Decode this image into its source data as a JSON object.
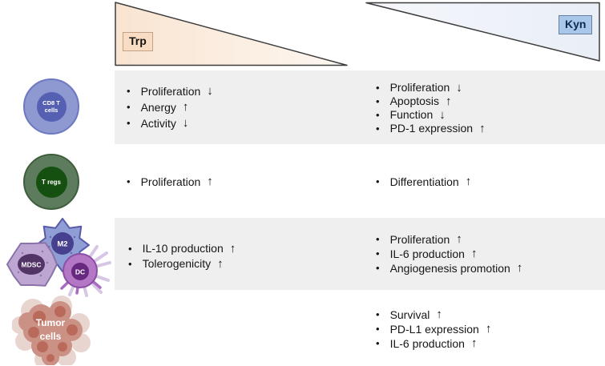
{
  "header": {
    "trp": {
      "label": "Trp"
    },
    "kyn": {
      "label": "Kyn"
    }
  },
  "colors": {
    "row_band": "#efefef",
    "trp_triangle_fill": "#f9e5d3",
    "trp_box_bg": "#f8dcc3",
    "kyn_triangle_fill": "#ecf0f8",
    "kyn_box_bg": "#a9c7e8",
    "cd8_outer": "#8e99d1",
    "cd8_inner": "#5560b2",
    "tregs_outer": "#5d7c5e",
    "tregs_inner": "#155010",
    "m2_body": "#8f9fd6",
    "mdsc_body": "#bda7d2",
    "dc_body": "#b377c6",
    "tumor_cell": "#ca9184",
    "tumor_nucleus": "#ba6a5b"
  },
  "rows": [
    {
      "cell_label": "CD8 T cells",
      "trp_effects": [
        {
          "label": "Proliferation",
          "dir": "↓"
        },
        {
          "label": "Anergy",
          "dir": "↑"
        },
        {
          "label": "Activity",
          "dir": "↓"
        }
      ],
      "kyn_effects": [
        {
          "label": "Proliferation",
          "dir": "↓"
        },
        {
          "label": "Apoptosis",
          "dir": "↑"
        },
        {
          "label": "Function",
          "dir": "↓"
        },
        {
          "label": "PD-1 expression",
          "dir": "↑"
        }
      ]
    },
    {
      "cell_label": "T regs",
      "trp_effects": [
        {
          "label": "Proliferation",
          "dir": "↑"
        }
      ],
      "kyn_effects": [
        {
          "label": "Differentiation",
          "dir": "↑"
        }
      ]
    },
    {
      "cell_labels": {
        "m2": "M2",
        "mdsc": "MDSC",
        "dc": "DC"
      },
      "trp_effects": [
        {
          "label": "IL-10 production",
          "dir": "↑"
        },
        {
          "label": "Tolerogenicity",
          "dir": "↑"
        }
      ],
      "kyn_effects": [
        {
          "label": "Proliferation",
          "dir": "↑"
        },
        {
          "label": "IL-6 production",
          "dir": "↑"
        },
        {
          "label": "Angiogenesis promotion",
          "dir": "↑"
        }
      ]
    },
    {
      "cell_label": "Tumor cells",
      "trp_effects": [],
      "kyn_effects": [
        {
          "label": "Survival",
          "dir": "↑"
        },
        {
          "label": "PD-L1 expression",
          "dir": "↑"
        },
        {
          "label": "IL-6 production",
          "dir": "↑"
        }
      ]
    }
  ]
}
